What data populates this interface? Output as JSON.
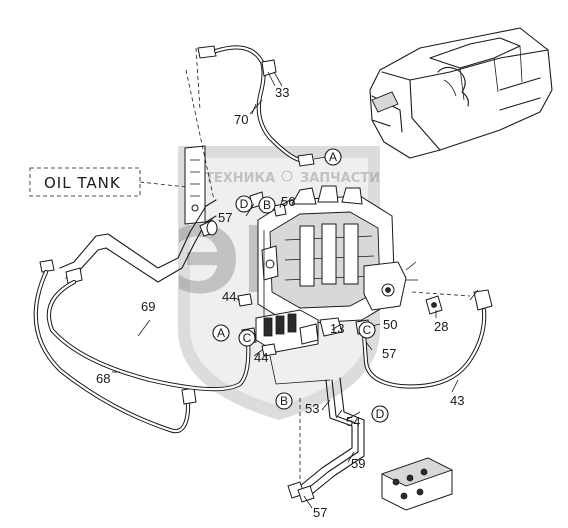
{
  "watermark": {
    "brand_upper": "ТЕХНИКА",
    "brand_lower": "ЗАПЧАСТИ",
    "logo_text": "ЭПС"
  },
  "labels": {
    "oil_tank": "OIL TANK"
  },
  "callouts": {
    "p33": "33",
    "p70": "70",
    "p57_top": "57",
    "p56": "56",
    "p44_a": "44",
    "p44_b": "44",
    "p69": "69",
    "p68": "68",
    "p13": "13",
    "p50": "50",
    "p57_mid": "57",
    "p28": "28",
    "p43": "43",
    "p53": "53",
    "p54": "54",
    "p59": "59",
    "p57_bot": "57"
  },
  "connectors": {
    "a_top": "A",
    "b_top": "B",
    "d_top": "D",
    "a_left": "A",
    "c_left": "C",
    "c_right": "C",
    "b_bottom": "B",
    "d_bottom": "D"
  },
  "colors": {
    "line": "#1a1a1a",
    "watermark": "#8c8c8c",
    "background": "#ffffff"
  }
}
